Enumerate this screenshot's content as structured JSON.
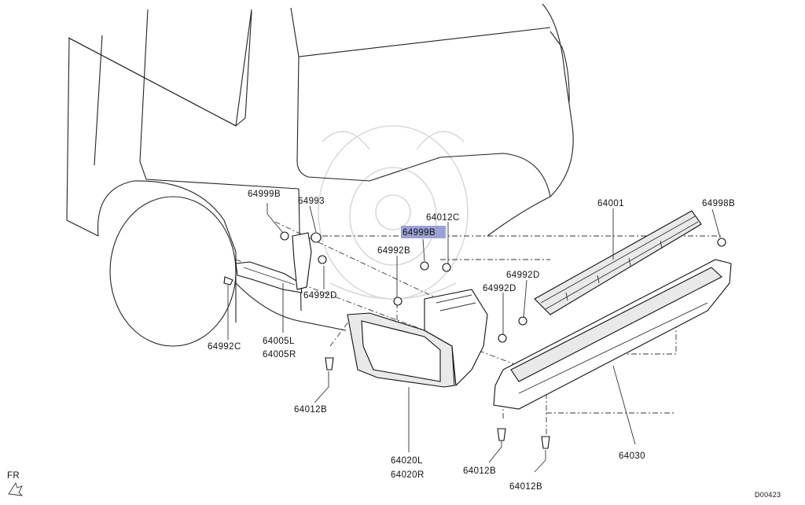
{
  "diagram": {
    "drawing_code": "D00423",
    "direction_label": "FR",
    "highlighted_part": "64999B",
    "labels": {
      "p64999B_left": "64999B",
      "p64993": "64993",
      "p64012C": "64012C",
      "p64999B_center": "64999B",
      "p64992B": "64992B",
      "p64992D_left": "64992D",
      "p64992D_right_top": "64992D",
      "p64992D_right_bottom": "64992D",
      "p64992C": "64992C",
      "p64005L": "64005L",
      "p64005R": "64005R",
      "p64012B_left": "64012B",
      "p64020L": "64020L",
      "p64020R": "64020R",
      "p64012B_center": "64012B",
      "p64012B_right": "64012B",
      "p64001": "64001",
      "p64998B": "64998B",
      "p64030": "64030"
    }
  }
}
